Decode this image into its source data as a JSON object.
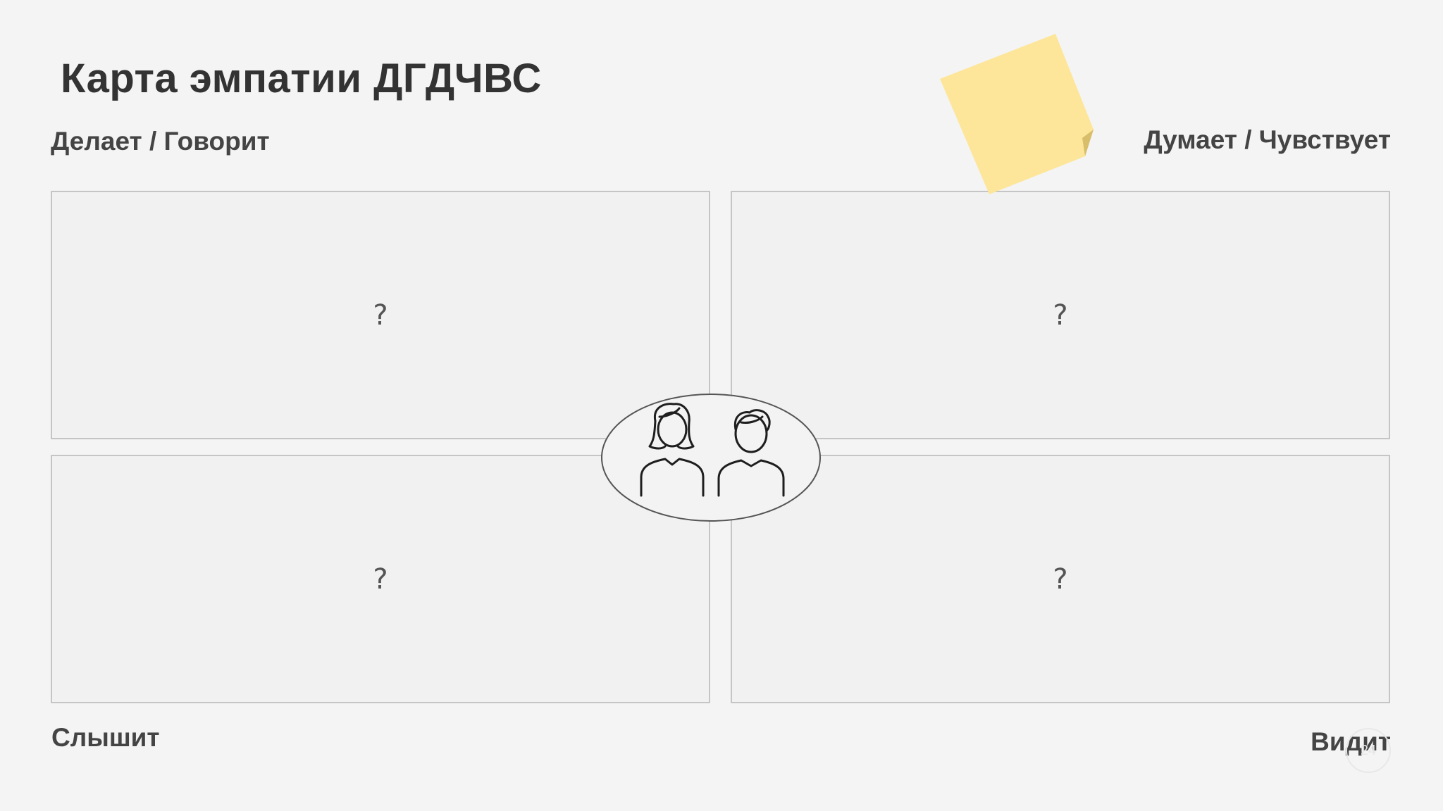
{
  "title": "Карта эмпатии ДГДЧВС",
  "quadrants": {
    "top_left": {
      "label": "Делает / Говорит",
      "content": "?"
    },
    "top_right": {
      "label": "Думает / Чувствует",
      "content": "?"
    },
    "bottom_left": {
      "label": "Слышит",
      "content": "?"
    },
    "bottom_right": {
      "label": "Видит",
      "content": "?"
    }
  },
  "center": {
    "icon": "users-icon"
  },
  "sticky_note": {
    "color": "#fde69a"
  },
  "page_number": "24"
}
